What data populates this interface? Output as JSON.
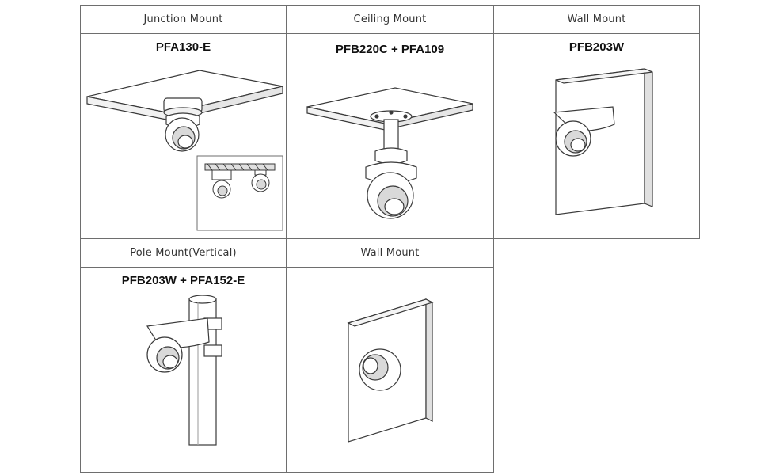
{
  "panels": [
    {
      "header": "Junction Mount",
      "model": "PFA130-E"
    },
    {
      "header": "Ceiling Mount",
      "model": "PFB220C + PFA109"
    },
    {
      "header": "Wall Mount",
      "model": "PFB203W"
    },
    {
      "header": "Pole Mount(Vertical)",
      "model": "PFB203W + PFA152-E"
    },
    {
      "header": "Wall Mount",
      "model": ""
    }
  ],
  "colors": {
    "line": "#3a3a3a",
    "border": "#6e6e6e",
    "wall_fill": "#eeeeee",
    "shade": "#d9d9d9"
  }
}
